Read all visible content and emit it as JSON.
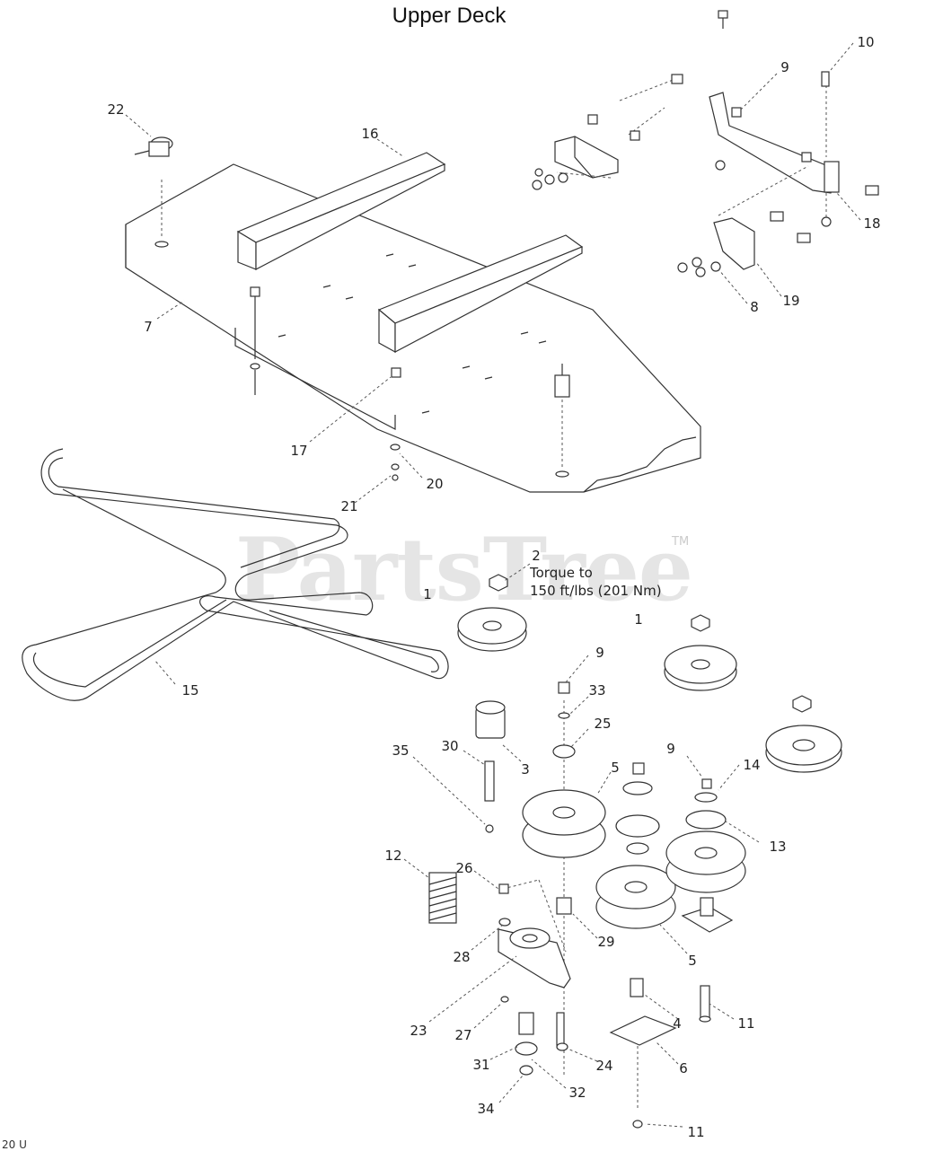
{
  "title": "Upper Deck",
  "note_line1": "Torque to",
  "note_line2": "150 ft/lbs (201 Nm)",
  "watermark": "PartsTree",
  "watermark_tm": "TM",
  "footer": "20   U",
  "callouts": {
    "c22": "22",
    "c16": "16",
    "c7": "7",
    "c17": "17",
    "c20": "20",
    "c21": "21",
    "c10": "10",
    "c9a": "9",
    "c18": "18",
    "c19": "19",
    "c8": "8",
    "c2": "2",
    "c1a": "1",
    "c1b": "1",
    "c15": "15",
    "c9b": "9",
    "c33": "33",
    "c25": "25",
    "c30": "30",
    "c3": "3",
    "c35": "35",
    "c5a": "5",
    "c9c": "9",
    "c14": "14",
    "c13": "13",
    "c12": "12",
    "c26": "26",
    "c28": "28",
    "c29": "29",
    "c5b": "5",
    "c23": "23",
    "c27": "27",
    "c4": "4",
    "c11a": "11",
    "c31": "31",
    "c24": "24",
    "c6": "6",
    "c32": "32",
    "c34": "34",
    "c11b": "11"
  }
}
